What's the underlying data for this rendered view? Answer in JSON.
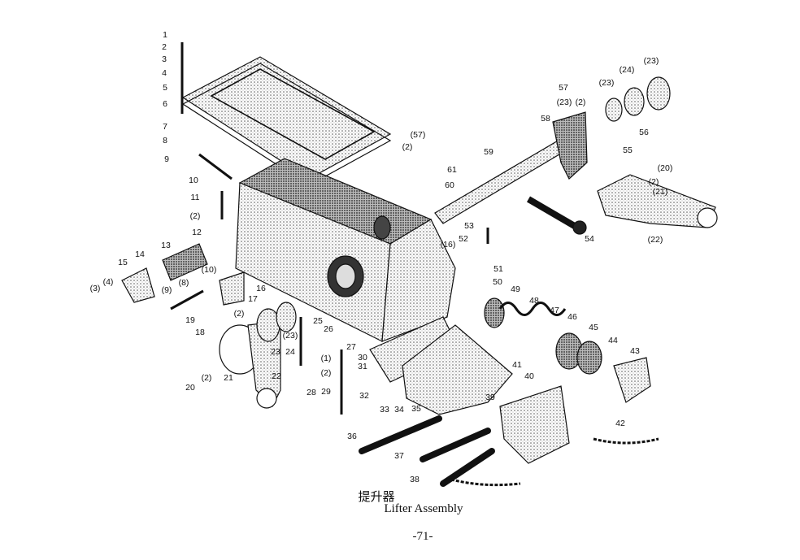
{
  "caption": {
    "chinese": "提升器",
    "english": "Lifter Assembly",
    "page_number": "-71-"
  },
  "callouts": [
    "1",
    "2",
    "3",
    "4",
    "5",
    "6",
    "7",
    "8",
    "9",
    "10",
    "11",
    "(2)",
    "12",
    "13",
    "14",
    "15",
    "(10)",
    "(8)",
    "(9)",
    "(4)",
    "(3)",
    "16",
    "17",
    "(2)",
    "19",
    "18",
    "(23)",
    "24",
    "23",
    "25",
    "26",
    "27",
    "(1)",
    "(2)",
    "28",
    "29",
    "30",
    "31",
    "32",
    "33",
    "34",
    "35",
    "21",
    "22",
    "(2)",
    "20",
    "36",
    "37",
    "38",
    "39",
    "40",
    "41",
    "42",
    "43",
    "44",
    "45",
    "46",
    "47",
    "48",
    "49",
    "50",
    "51",
    "52",
    "(16)",
    "53",
    "54",
    "(22)",
    "(21)",
    "(2)",
    "(20)",
    "55",
    "56",
    "58",
    "59",
    "60",
    "61",
    "(57)",
    "(2)",
    "57",
    "(2)",
    "(23)",
    "(23)",
    "(24)",
    "(23)"
  ]
}
